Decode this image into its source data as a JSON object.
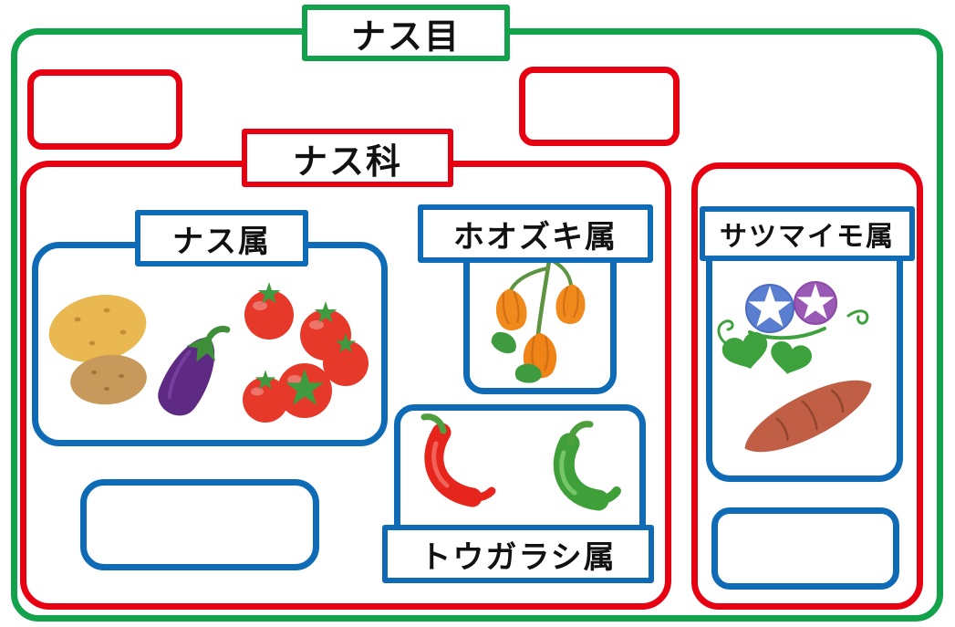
{
  "colors": {
    "green": "#12a24b",
    "red": "#e60012",
    "blue": "#0f6bb5",
    "text": "#111111",
    "background": "#ffffff"
  },
  "diagram": {
    "order": {
      "label": "ナス目"
    },
    "family": {
      "label": "ナス科"
    },
    "genera": [
      {
        "label": "ナス属",
        "icons": [
          "potato-icon",
          "eggplant-icon",
          "tomato-icon"
        ]
      },
      {
        "label": "ホオズキ属",
        "icons": [
          "physalis-icon"
        ]
      },
      {
        "label": "トウガラシ属",
        "icons": [
          "red-chili-icon",
          "green-chili-icon"
        ]
      },
      {
        "label": "サツマイモ属",
        "icons": [
          "morning-glory-icon",
          "sweet-potato-icon"
        ]
      }
    ]
  }
}
